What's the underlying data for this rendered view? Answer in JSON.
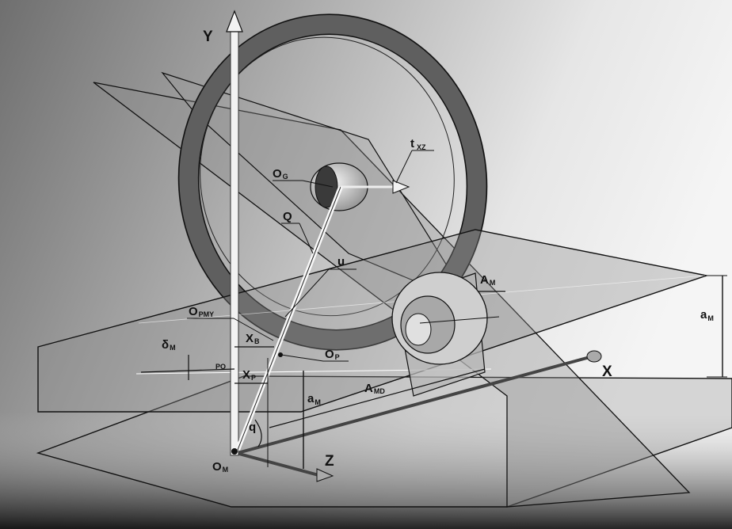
{
  "axes": {
    "y": "Y",
    "x": "X",
    "z": "Z"
  },
  "labels": {
    "t_xz": {
      "main": "t",
      "sub": "XZ"
    },
    "o_g": {
      "main": "O",
      "sub": "G"
    },
    "q_upper": {
      "main": "Q",
      "sub": ""
    },
    "u": {
      "main": "u",
      "sub": ""
    },
    "a_m_top": {
      "main": "A",
      "sub": "M"
    },
    "a_m_right": {
      "main": "a",
      "sub": "M"
    },
    "o_pmy": {
      "main": "O",
      "sub": "PMY"
    },
    "x_b": {
      "main": "X",
      "sub": "B"
    },
    "delta_m": {
      "main": "δ",
      "sub": "M"
    },
    "po": {
      "main": "PO",
      "sub": ""
    },
    "o_p": {
      "main": "O",
      "sub": "P"
    },
    "x_p": {
      "main": "X",
      "sub": "P"
    },
    "a_md": {
      "main": "A",
      "sub": "MD"
    },
    "a_m_mid": {
      "main": "a",
      "sub": "M"
    },
    "q_lower": {
      "main": "q",
      "sub": ""
    },
    "o_m": {
      "main": "O",
      "sub": "M"
    }
  },
  "colors": {
    "background_dark": "#7a7a7a",
    "background_light": "#f2f2f2",
    "plane": "#8a8a8a",
    "line": "#111111"
  }
}
